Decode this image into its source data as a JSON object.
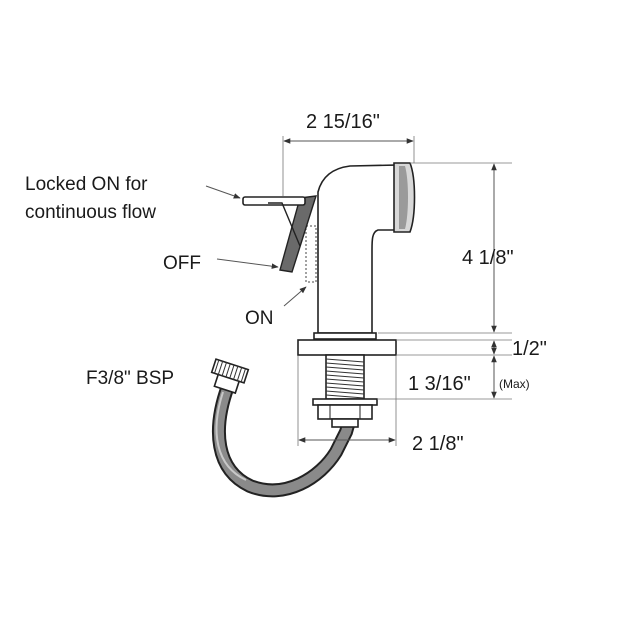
{
  "labels": {
    "locked_on_line1": "Locked ON for",
    "locked_on_line2": "continuous flow",
    "off": "OFF",
    "on": "ON",
    "thread": "F3/8\" BSP"
  },
  "dimensions": {
    "width_top": "2 15/16\"",
    "height_main": "4 1/8\"",
    "flange": "1/2\"",
    "shank": "1 3/16\"",
    "shank_note": "(Max)",
    "nut_width": "2 1/8\""
  }
}
